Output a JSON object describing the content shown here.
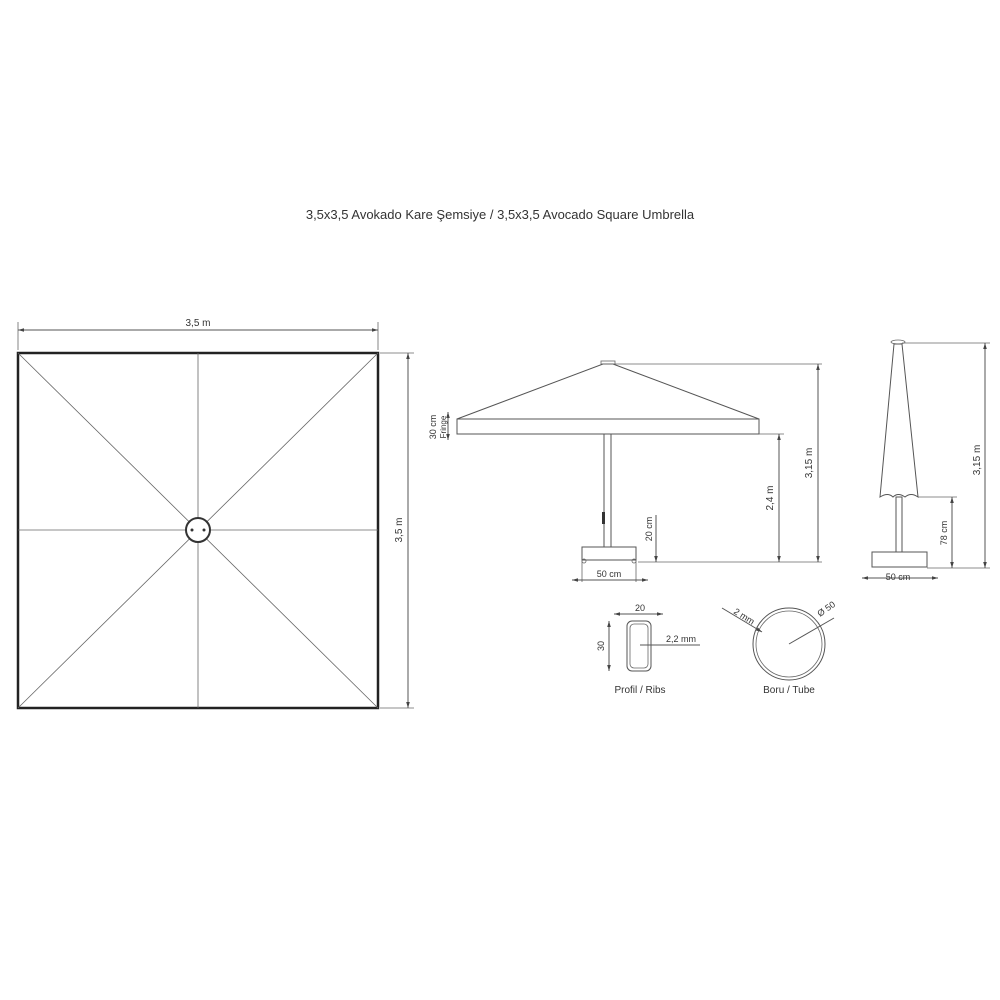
{
  "title": "3,5x3,5 Avokado Kare Şemsiye / 3,5x3,5 Avocado Square Umbrella",
  "plan_view": {
    "width_label": "3,5 m",
    "height_label": "3,5 m"
  },
  "side_view": {
    "fringe_label": "30 cm",
    "fringe_word": "Fringe",
    "clearance_label": "2,4 m",
    "total_height_label": "3,15 m",
    "base_height_label": "20 cm",
    "base_width_label": "50 cm"
  },
  "folded_view": {
    "total_height_label": "3,15 m",
    "fringe_height_label": "78 cm",
    "base_width_label": "50 cm"
  },
  "profile": {
    "width_label": "20",
    "height_label": "30",
    "thickness_label": "2,2 mm",
    "caption": "Profil / Ribs"
  },
  "tube": {
    "thickness_label": "2 mm",
    "diameter_label": "Ø 50",
    "caption": "Boru / Tube"
  }
}
